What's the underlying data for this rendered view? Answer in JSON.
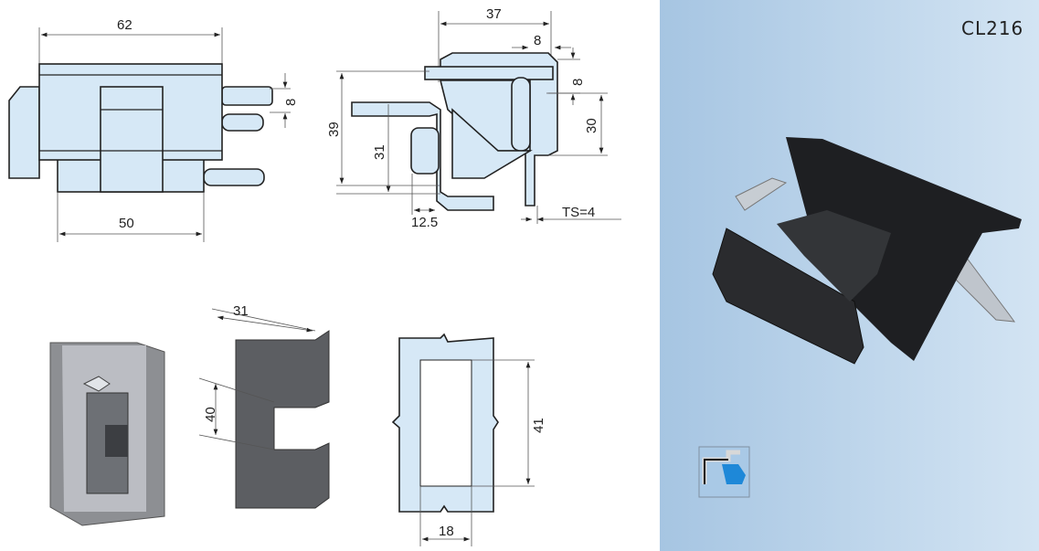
{
  "model_code": "CL216",
  "front_view": {
    "width_top": "62",
    "width_bottom": "50",
    "pin_height": "8"
  },
  "side_view": {
    "depth": "37",
    "offset_top": "8",
    "offset_right": "8",
    "height_right": "30",
    "height_left": "39",
    "height_inner": "31",
    "flange": "12.5",
    "thickness": "TS=4"
  },
  "cutout_view": {
    "width": "31",
    "height": "40"
  },
  "frame_view": {
    "height": "41",
    "width": "18"
  },
  "colors": {
    "part_fill": "#d6e8f6",
    "panel_start": "#a6c5e2",
    "panel_end": "#d3e4f3",
    "product": "#1e1f22"
  }
}
